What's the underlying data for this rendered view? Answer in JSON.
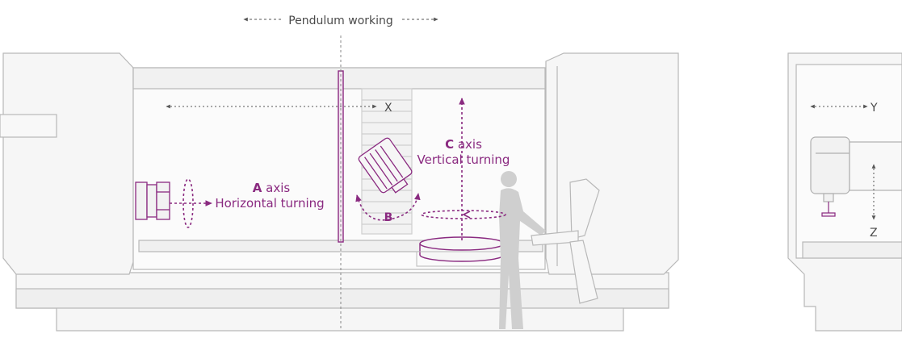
{
  "diagram": {
    "accent_color": "#8a2a80",
    "line_color": "#b9b9b9",
    "fill_color": "#f4f4f4",
    "pendulum_label": "Pendulum working",
    "axis_labels": {
      "x": "X",
      "y": "Y",
      "z": "Z",
      "b": "B"
    },
    "a_axis": {
      "letter": "A",
      "word": " axis",
      "subtitle": "Horizontal turning"
    },
    "c_axis": {
      "letter": "C",
      "word": " axis",
      "subtitle": "Vertical turning"
    },
    "icons": [
      "lathe-chuck-icon",
      "milling-head-icon",
      "rotary-table-icon",
      "operator-figure-icon",
      "control-panel-icon",
      "spindle-head-icon"
    ]
  }
}
